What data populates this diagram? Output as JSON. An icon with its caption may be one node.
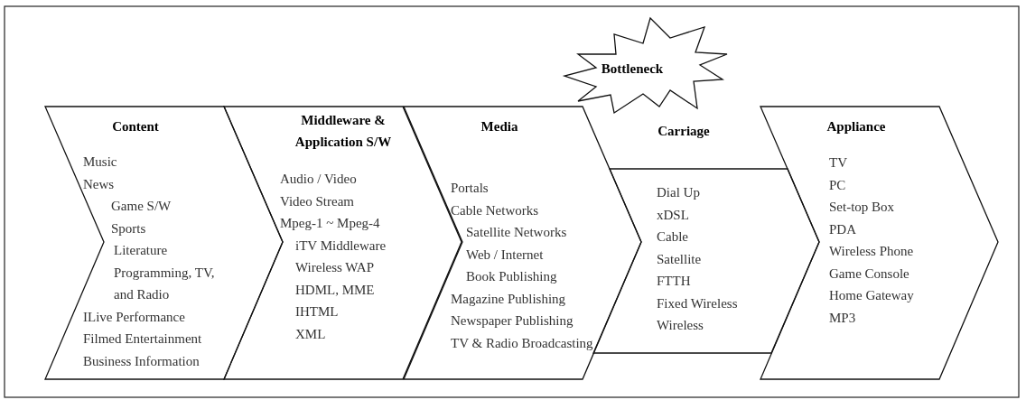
{
  "diagram": {
    "nodes": [
      {
        "text": [
          "Bottleneck"
        ]
      },
      {
        "text": [
          "Content",
          "Music",
          "News",
          "Game S/W",
          "Sports",
          "Literature",
          "Programming, TV, and Radio",
          "ILive Performance",
          "Filmed Entertainment",
          "Business Information"
        ]
      },
      {
        "text": [
          "Middleware & Application S/W",
          "Audio / Video",
          "Video Stream",
          "Mpeg-1 ~ Mpeg-4",
          "iTV Middleware",
          "Wireless WAP",
          "HDML, MME",
          "IHTML",
          "XML"
        ]
      },
      {
        "text": [
          "Media",
          "Portals",
          "Cable Networks",
          "Satellite Networks",
          "Web / Internet",
          "Book Publishing",
          "Magazine Publishing",
          "Newspaper Publishing",
          "TV & Radio Broadcasting"
        ]
      },
      {
        "text": [
          "Carriage",
          "Dial Up",
          "xDSL",
          "Cable",
          "Satellite",
          "FTTH",
          "Fixed Wireless",
          "Wireless"
        ]
      },
      {
        "text": [
          "Appliance",
          "TV",
          "PC",
          "Set-top Box",
          "PDA",
          "Wireless Phone",
          "Game Console",
          "Home Gateway",
          "MP3"
        ]
      }
    ]
  }
}
